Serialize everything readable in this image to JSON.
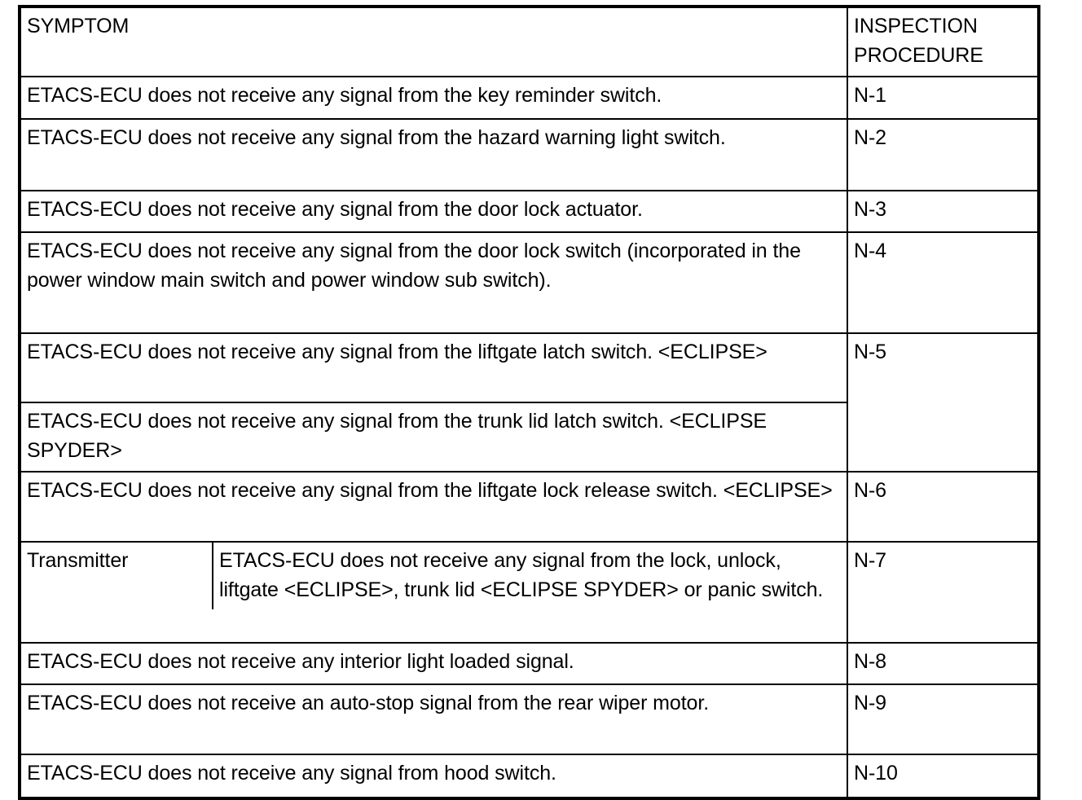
{
  "table": {
    "headers": {
      "symptom": "SYMPTOM",
      "inspection_procedure_line1": "INSPECTION",
      "inspection_procedure_line2": "PROCEDURE"
    },
    "rows": [
      {
        "symptom": "ETACS-ECU does not receive any signal from the key reminder switch.",
        "procedure": "N-1"
      },
      {
        "symptom": "ETACS-ECU does not receive any signal from the hazard warning light switch.",
        "procedure": "N-2"
      },
      {
        "symptom": "ETACS-ECU does not receive any signal from the door lock actuator.",
        "procedure": "N-3"
      },
      {
        "symptom": "ETACS-ECU does not receive any signal from the door lock switch (incorporated in the power window main switch and power window sub switch).",
        "procedure": "N-4"
      },
      {
        "symptom": "ETACS-ECU does not receive any signal from the liftgate latch switch. <ECLIPSE>",
        "procedure": "N-5"
      },
      {
        "symptom": "ETACS-ECU does not receive any signal from the trunk lid latch switch. <ECLIPSE SPYDER>",
        "procedure": ""
      },
      {
        "symptom": "ETACS-ECU does not receive any signal from the liftgate lock release switch. <ECLIPSE>",
        "procedure": "N-6"
      },
      {
        "category": "Transmitter",
        "symptom": "ETACS-ECU does not receive any signal from the lock, unlock, liftgate <ECLIPSE>, trunk lid <ECLIPSE SPYDER> or panic switch.",
        "procedure": "N-7"
      },
      {
        "symptom": "ETACS-ECU does not receive any interior light loaded signal.",
        "procedure": "N-8"
      },
      {
        "symptom": "ETACS-ECU does not receive an auto-stop signal from the rear wiper motor.",
        "procedure": "N-9"
      },
      {
        "symptom": "ETACS-ECU does not receive any signal from hood switch.",
        "procedure": "N-10"
      }
    ]
  }
}
